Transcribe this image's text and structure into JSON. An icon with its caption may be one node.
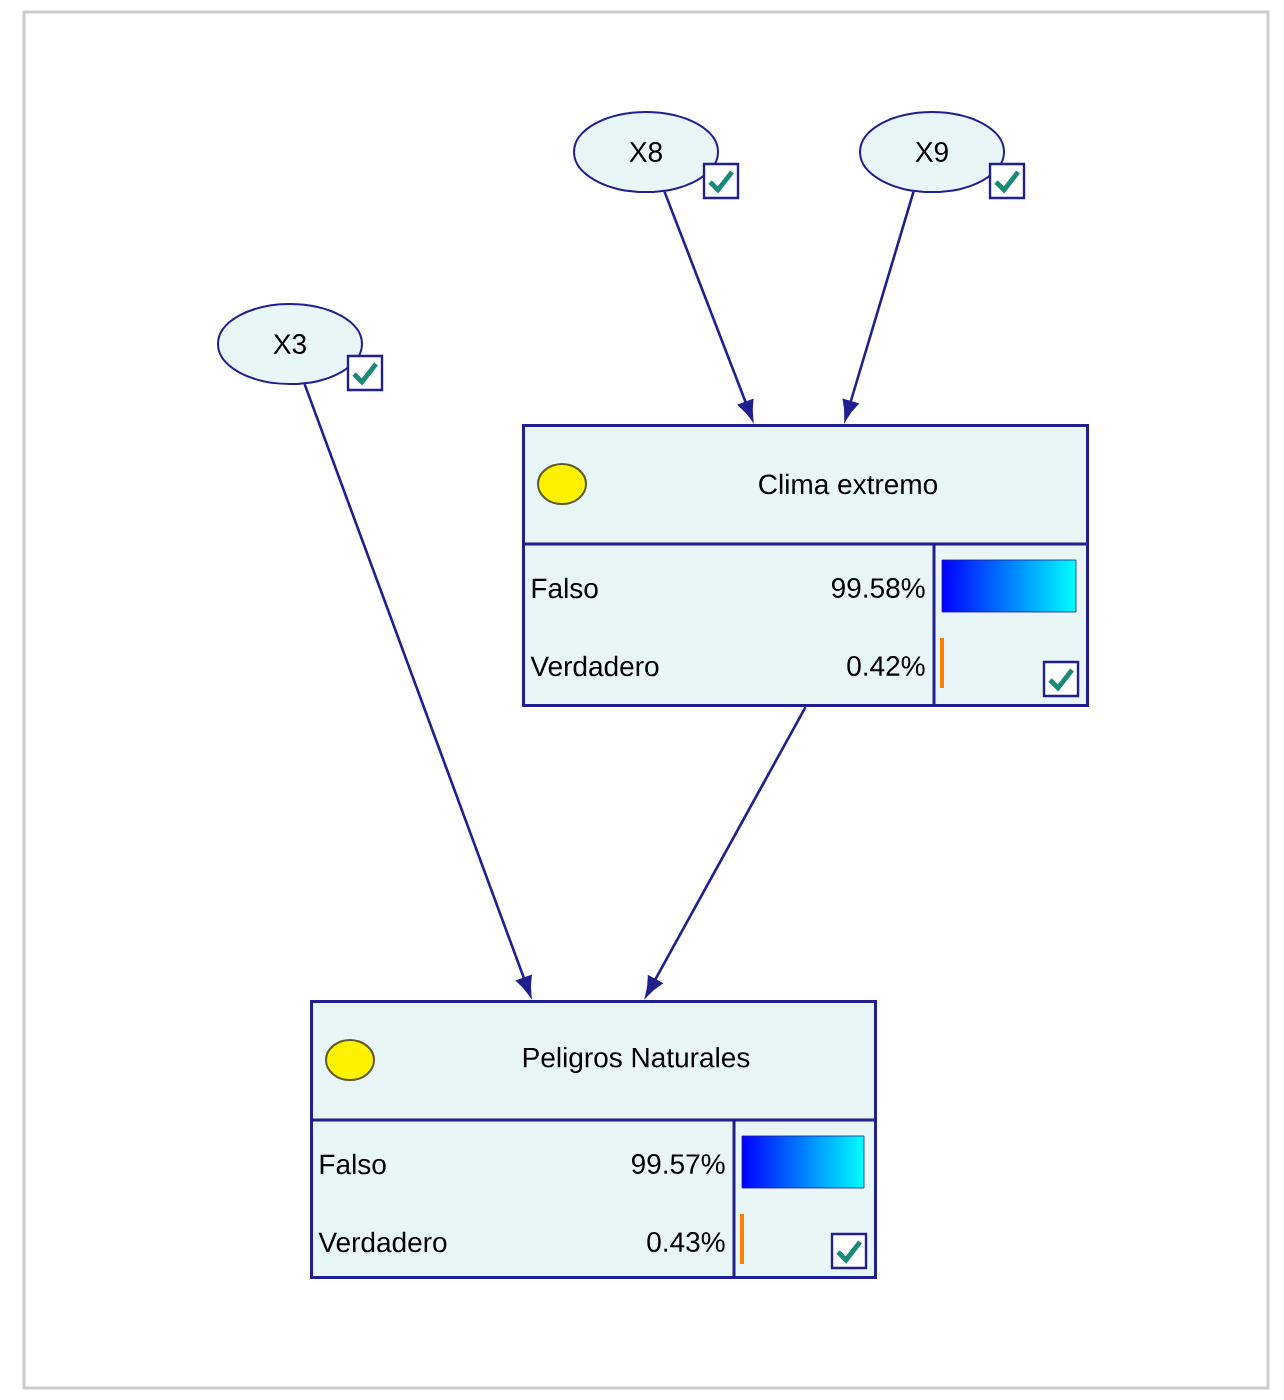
{
  "diagram": {
    "nodes": [
      {
        "text": [
          "X8"
        ]
      },
      {
        "text": [
          "X9"
        ]
      },
      {
        "text": [
          "X3"
        ]
      },
      {
        "text": [
          "Clima extremo",
          "Falso",
          "99.58%",
          "Verdadero",
          "0.42%"
        ]
      },
      {
        "text": [
          "Peligros Naturales",
          "Falso",
          "99.57%",
          "Verdadero",
          "0.43%"
        ]
      }
    ],
    "edges": [
      {
        "from": 0,
        "to": 3,
        "arrow": "to"
      },
      {
        "from": 1,
        "to": 3,
        "arrow": "to"
      },
      {
        "from": 2,
        "to": 4,
        "arrow": "to"
      },
      {
        "from": 3,
        "to": 4,
        "arrow": "to"
      }
    ]
  }
}
